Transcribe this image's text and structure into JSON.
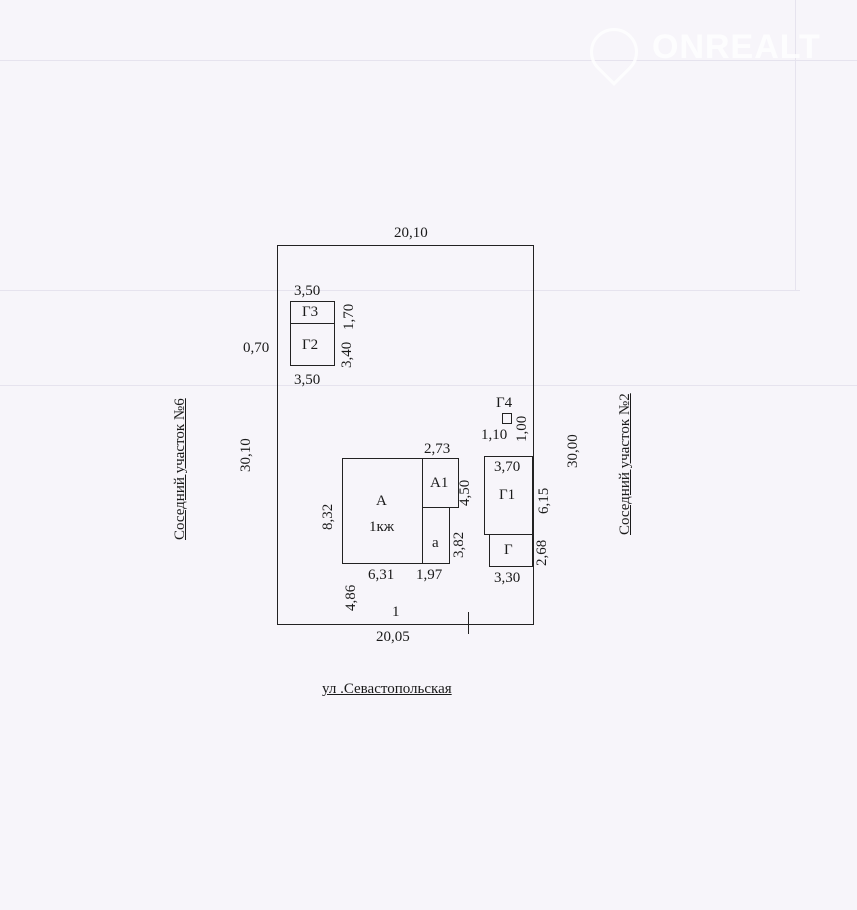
{
  "watermark": {
    "name": "ONREALT",
    "icon": "house-pin-icon"
  },
  "plot": {
    "top_length": "20,10",
    "bottom_length": "20,05",
    "left_length": "30,10",
    "right_length": "30,00",
    "left_neighbor": "Соседний участок №6",
    "right_neighbor": "Соседний участок №2",
    "street": "ул .Севастопольская",
    "plot_number": "1"
  },
  "buildings": {
    "g3": {
      "label": "Г3",
      "width": "3,50",
      "depth": "1,70"
    },
    "g2": {
      "label": "Г2",
      "width": "3,50",
      "depth": "3,40",
      "offset": "0,70"
    },
    "g4": {
      "label": "Г4",
      "width": "1,10",
      "depth": "1,00"
    },
    "a": {
      "label": "А",
      "sublabel": "1кж",
      "width": "6,31",
      "depth": "8,32",
      "offset_front": "4,86"
    },
    "a1": {
      "label": "А1",
      "width": "2,73",
      "depth": "4,50"
    },
    "a_small": {
      "label": "а",
      "width": "1,97",
      "depth": "3,82"
    },
    "g1": {
      "label": "Г1",
      "width": "3,70",
      "depth": "6,15"
    },
    "g": {
      "label": "Г",
      "width": "3,30",
      "depth": "2,68"
    }
  }
}
